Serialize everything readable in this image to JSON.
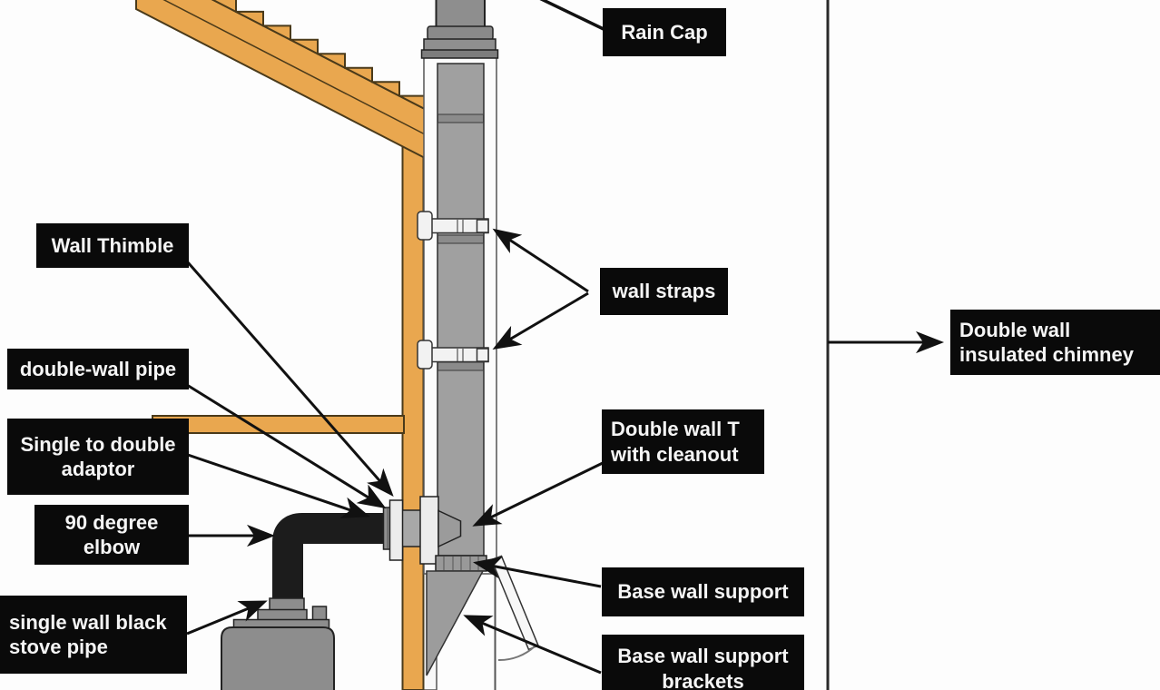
{
  "labels": {
    "rain_cap": "Rain Cap",
    "wall_thimble": "Wall Thimble",
    "wall_straps": "wall straps",
    "double_wall_pipe": "double-wall pipe",
    "single_to_double_adaptor": "Single to double\nadaptor",
    "ninety_degree_elbow": "90 degree\nelbow",
    "single_wall_black_stove_pipe": "single wall black\nstove pipe",
    "double_wall_t_with_cleanout": "Double wall T\nwith cleanout",
    "base_wall_support": "Base wall support",
    "base_wall_support_brackets": "Base wall support\nbrackets",
    "double_wall_insulated_chimney": "Double wall\ninsulated chimney"
  },
  "colors": {
    "background": "#fdfdfd",
    "label_bg": "#0a0a0a",
    "label_text": "#f5f5f5",
    "wood": "#e9a74f",
    "wood_outline": "#4a3a1a",
    "pipe_gray": "#a0a0a0",
    "pipe_dark_gray": "#8e8e8e",
    "collar_gray": "#8a8a8a",
    "stove_gray": "#8d8d8d",
    "black_pipe": "#1c1c1c",
    "leader_line": "#111111",
    "outline": "#222222"
  }
}
